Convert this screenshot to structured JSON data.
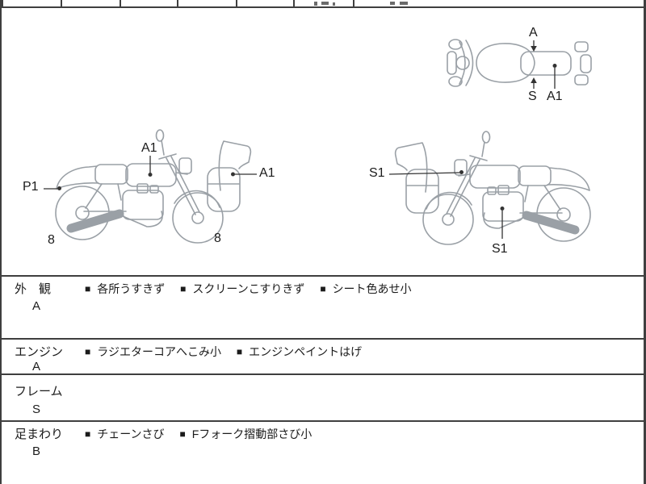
{
  "sheet": {
    "background": "#ffffff",
    "border_color": "#3f3f3f",
    "art_line_color": "#9aa0a6",
    "annotation_color": "#333333",
    "text_color": "#1b1b1b"
  },
  "diagrams": {
    "top_view": {
      "label_a": "A",
      "label_s": "S",
      "label_a1": "A1"
    },
    "left_side_view": {
      "label_a1_tank": "A1",
      "label_p1_rear_fender": "P1",
      "label_a1_cowl": "A1",
      "label_rear_wheel": "8",
      "label_front_wheel": "8"
    },
    "right_side_view": {
      "label_s1_front": "S1",
      "label_s1_engine": "S1"
    }
  },
  "condition_table": {
    "bullet": "■",
    "rows": [
      {
        "label": "外　観",
        "grade": "A",
        "notes": [
          "各所うすきず",
          "スクリーンこすりきず",
          "シート色あせ小"
        ]
      },
      {
        "label": "エンジン",
        "grade": "A",
        "notes": [
          "ラジエターコアへこみ小",
          "エンジンペイントはげ"
        ]
      },
      {
        "label": "フレーム",
        "grade": "S",
        "notes": []
      },
      {
        "label": "足まわり",
        "grade": "B",
        "notes": [
          "チェーンさび",
          "Fフォーク摺動部さび小"
        ]
      }
    ]
  }
}
